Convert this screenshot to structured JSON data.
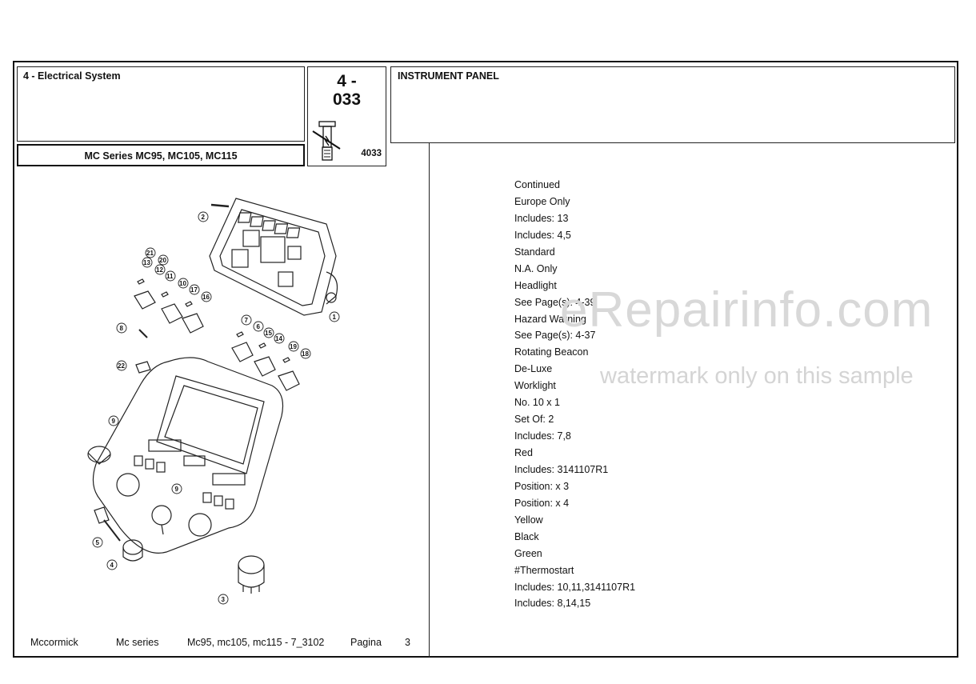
{
  "header": {
    "section": "4 - Electrical System",
    "series": "MC Series MC95, MC105, MC115",
    "page_code_line1": "4 -",
    "page_code_line2": "033",
    "figure_number": "4033",
    "title": "INSTRUMENT PANEL"
  },
  "parts_notes": [
    "Continued",
    "Europe Only",
    "Includes: 13",
    "Includes: 4,5",
    "Standard",
    "N.A. Only",
    "Headlight",
    "See Page(s): 4-39",
    "Hazard Warning",
    "See Page(s): 4-37",
    "Rotating Beacon",
    "De-Luxe",
    "Worklight",
    "No. 10 x 1",
    "Set Of: 2",
    "Includes: 7,8",
    "Red",
    "Includes: 3141107R1",
    "Position: x 3",
    "Position: x 4",
    "Yellow",
    "Black",
    "Green",
    "#Thermostart",
    "Includes: 10,11,3141107R1",
    "Includes: 8,14,15"
  ],
  "watermark": {
    "main": "eRepairinfo.com",
    "sub": "watermark only on this sample"
  },
  "footer": {
    "brand": "Mccormick",
    "series": "Mc series",
    "models": "Mc95, mc105, mc115 - 7_3102",
    "page_label": "Pagina",
    "page_number": "3"
  },
  "diagram": {
    "callouts": [
      "1",
      "2",
      "3",
      "4",
      "5",
      "6",
      "7",
      "8",
      "9",
      "9",
      "10",
      "11",
      "12",
      "13",
      "14",
      "15",
      "16",
      "17",
      "18",
      "19",
      "20",
      "21",
      "22"
    ]
  }
}
